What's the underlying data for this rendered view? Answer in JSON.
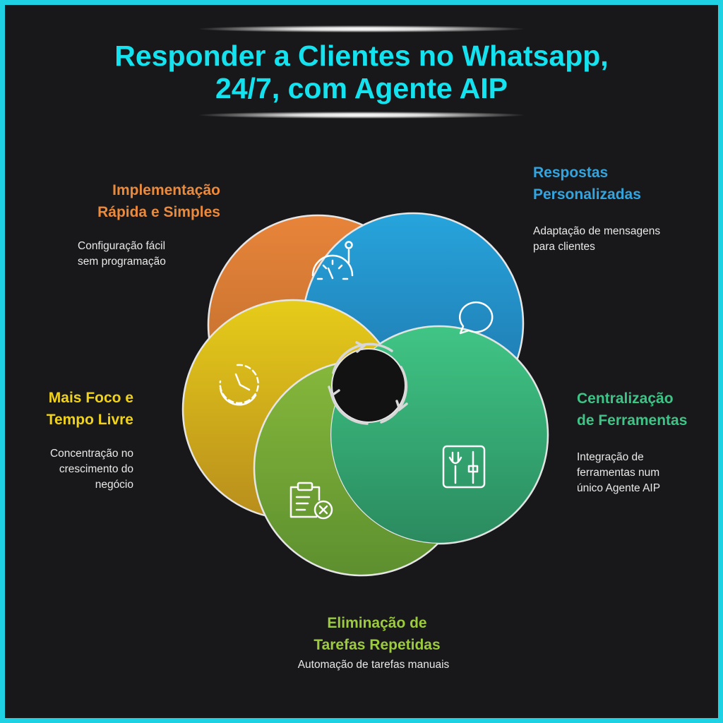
{
  "title": {
    "line1": "Responder a Clientes no Whatsapp,",
    "line2": "24/7, com Agente AIP"
  },
  "sections": {
    "implementacao": {
      "title_line1": "Implementação",
      "title_line2": "Rápida e Simples",
      "desc_line1": "Configuração fácil",
      "desc_line2": "sem programação",
      "color": "#ec8a3c",
      "icon": "speedometer-icon"
    },
    "respostas": {
      "title_line1": "Respostas",
      "title_line2": "Personalizadas",
      "desc_line1": "Adaptação de mensagens",
      "desc_line2": "para clientes",
      "color": "#32a5e0",
      "icon": "chat-bubble-icon"
    },
    "centralizacao": {
      "title_line1": "Centralização",
      "title_line2": "de Ferramentas",
      "desc_line1": "Integração de",
      "desc_line2": "ferramentas num",
      "desc_line3": "único Agente AIP",
      "color": "#3dc486",
      "icon": "tools-icon"
    },
    "eliminacao": {
      "title_line1": "Eliminação de",
      "title_line2": "Tarefas Repetidas",
      "desc_line1": "Automação de tarefas manuais",
      "color": "#9ccb3b",
      "icon": "clipboard-cancel-icon"
    },
    "foco": {
      "title_line1": "Mais Foco e",
      "title_line2": "Tempo Livre",
      "desc_line1": "Concentração no",
      "desc_line2": "crescimento do",
      "desc_line3": "negócio",
      "color": "#f0d21b",
      "icon": "clock-icon"
    }
  },
  "colors": {
    "title": "#14e2ee",
    "border": "#1ed2e4",
    "background": "#18181a"
  }
}
